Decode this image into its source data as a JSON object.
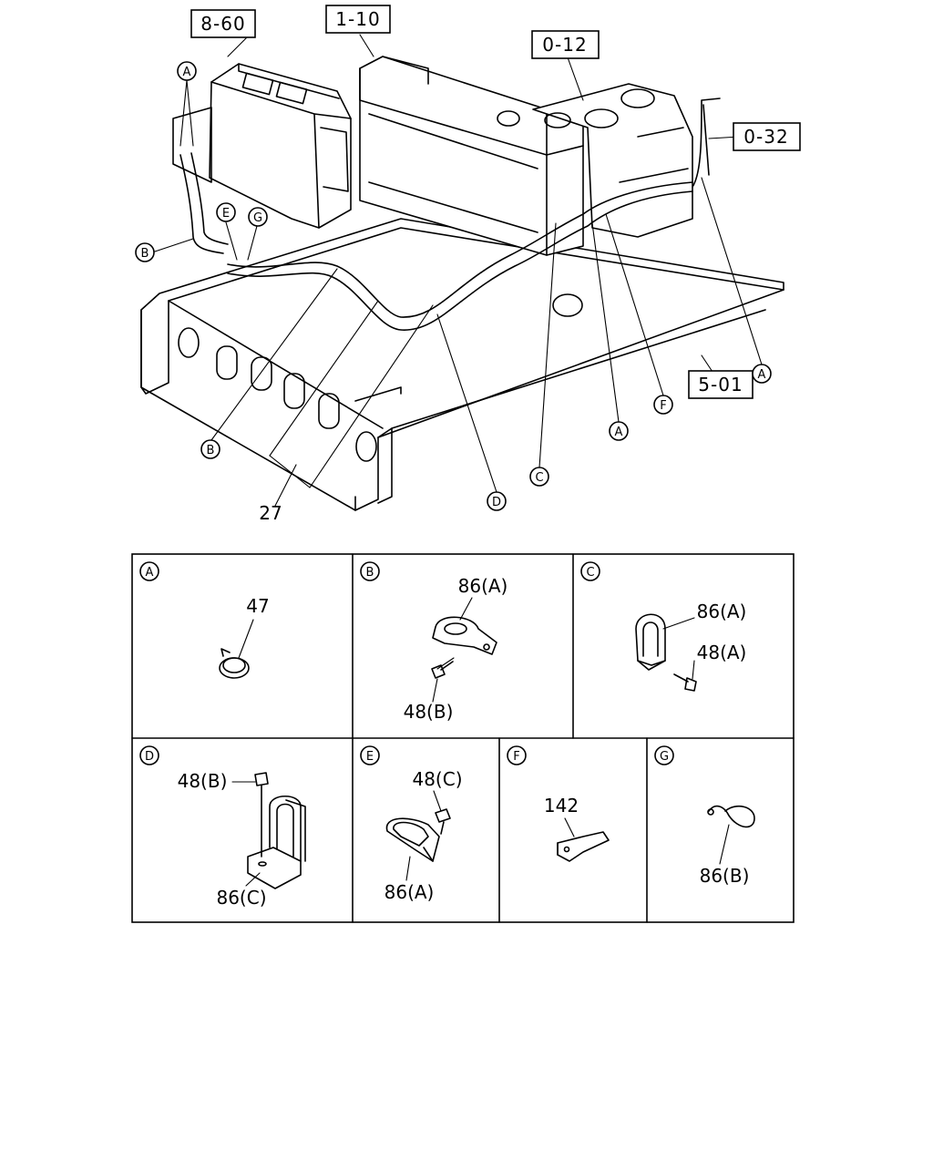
{
  "overview": {
    "ref_boxes": [
      "8-60",
      "1-10",
      "0-12",
      "0-32",
      "5-01"
    ],
    "callouts": [
      "A",
      "A",
      "B",
      "E",
      "G",
      "B",
      "D",
      "C",
      "A",
      "F",
      "A"
    ],
    "part_27": "27"
  },
  "details": [
    {
      "letter": "A",
      "parts": [
        "47"
      ]
    },
    {
      "letter": "B",
      "parts": [
        "86(A)",
        "48(B)"
      ]
    },
    {
      "letter": "C",
      "parts": [
        "86(A)",
        "48(A)"
      ]
    },
    {
      "letter": "D",
      "parts": [
        "48(B)",
        "86(C)"
      ]
    },
    {
      "letter": "E",
      "parts": [
        "48(C)",
        "86(A)"
      ]
    },
    {
      "letter": "F",
      "parts": [
        "142"
      ]
    },
    {
      "letter": "G",
      "parts": [
        "86(B)"
      ]
    }
  ]
}
